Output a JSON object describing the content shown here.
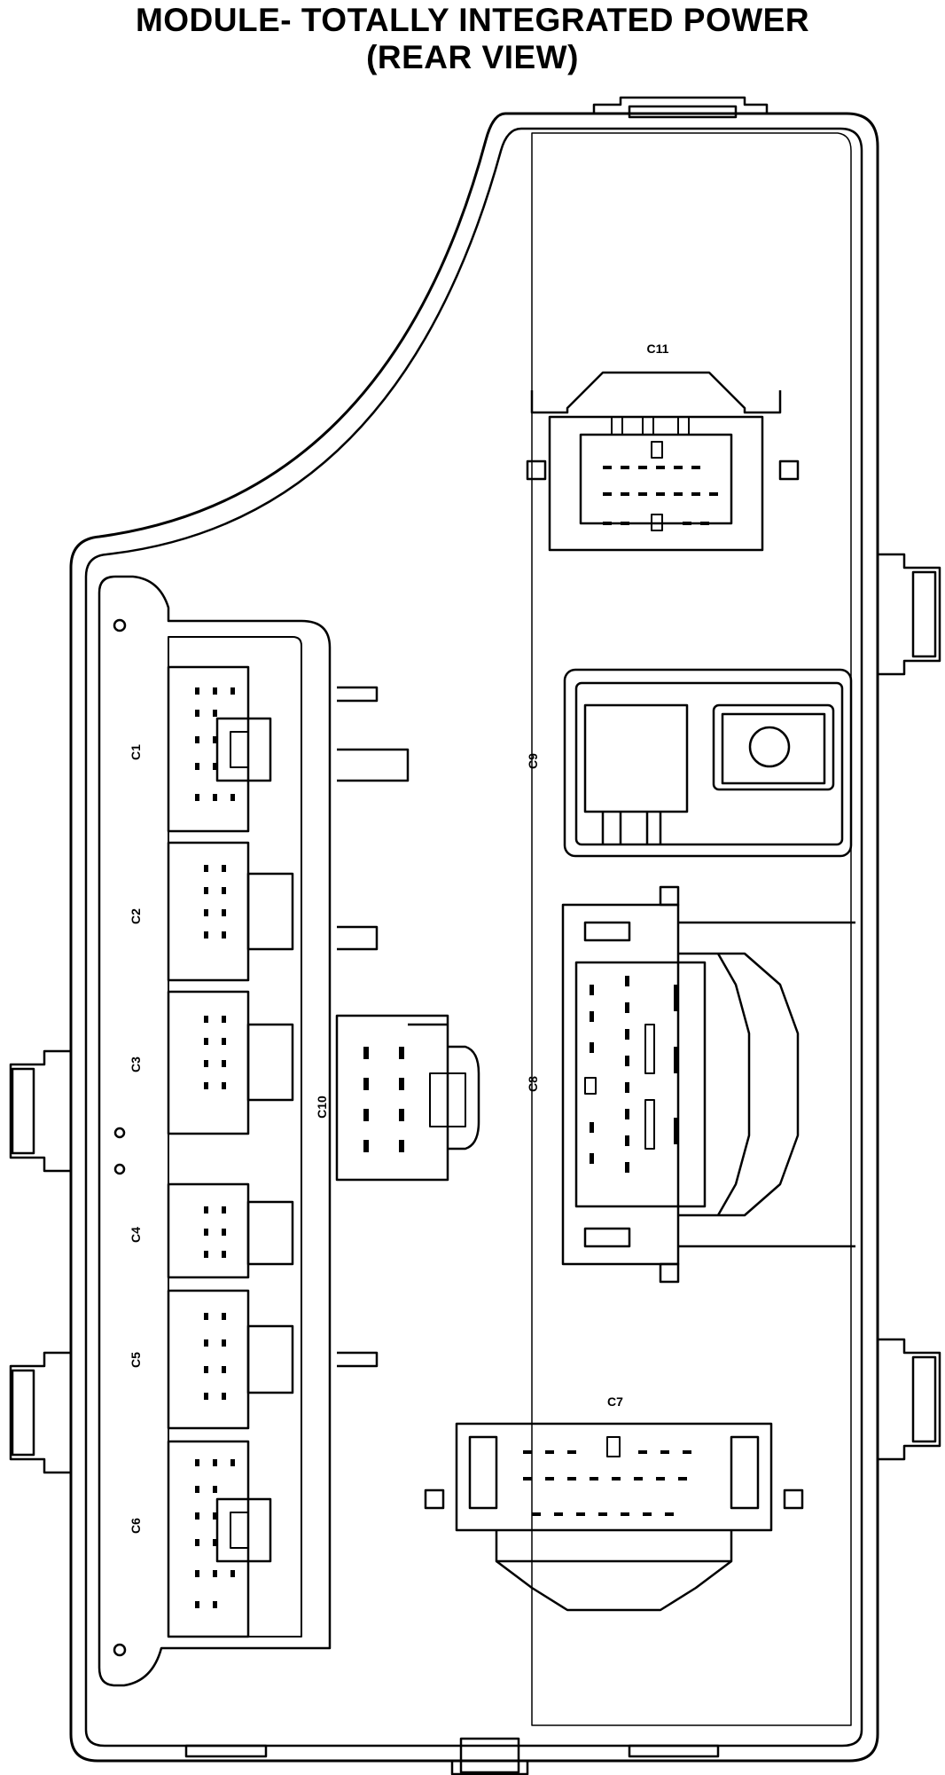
{
  "title": {
    "line1": "MODULE- TOTALLY INTEGRATED POWER",
    "line2": "(REAR VIEW)"
  },
  "connectors": {
    "c1": "C1",
    "c2": "C2",
    "c3": "C3",
    "c4": "C4",
    "c5": "C5",
    "c6": "C6",
    "c7": "C7",
    "c8": "C8",
    "c9": "C9",
    "c10": "C10",
    "c11": "C11"
  },
  "colors": {
    "line": "#000000",
    "background": "#ffffff"
  }
}
